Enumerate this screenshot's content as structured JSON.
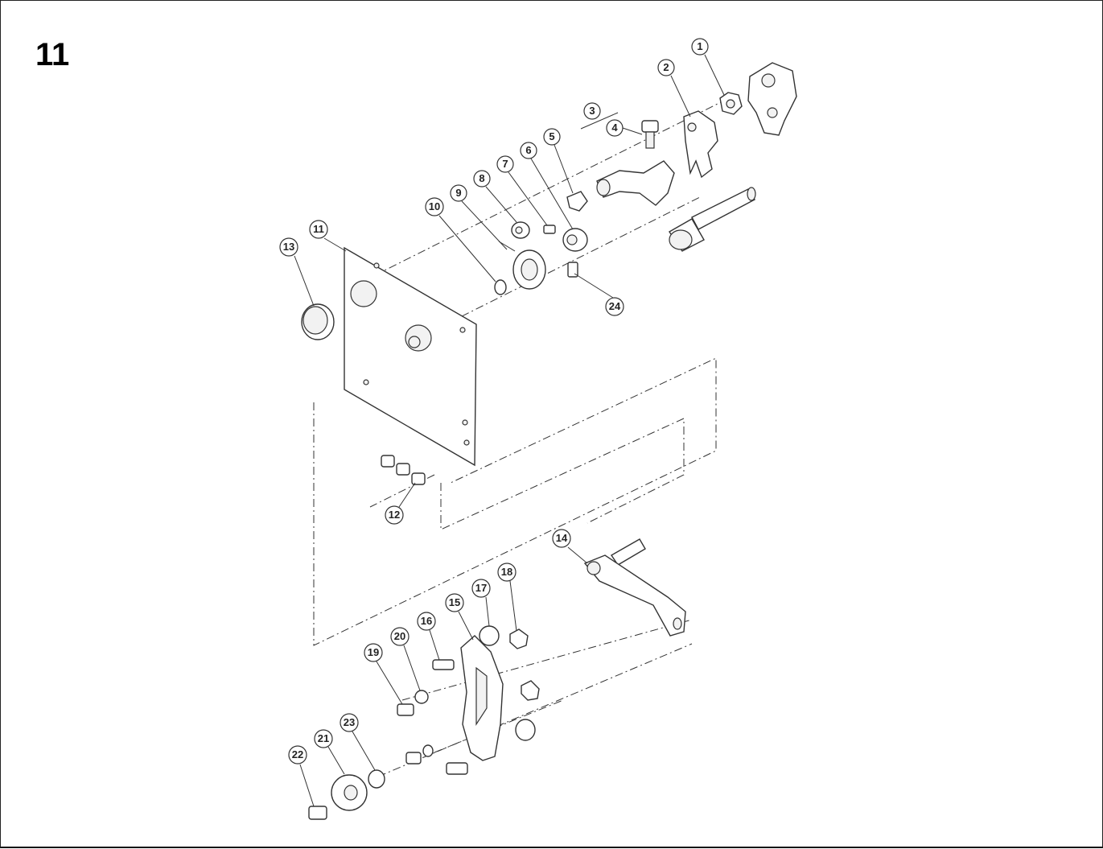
{
  "page": {
    "number": "11"
  },
  "callouts": [
    {
      "id": "c1",
      "label": "1"
    },
    {
      "id": "c2",
      "label": "2"
    },
    {
      "id": "c3",
      "label": "3"
    },
    {
      "id": "c4",
      "label": "4"
    },
    {
      "id": "c5",
      "label": "5"
    },
    {
      "id": "c6",
      "label": "6"
    },
    {
      "id": "c7",
      "label": "7"
    },
    {
      "id": "c8",
      "label": "8"
    },
    {
      "id": "c9",
      "label": "9"
    },
    {
      "id": "c10",
      "label": "10"
    },
    {
      "id": "c11",
      "label": "11"
    },
    {
      "id": "c12",
      "label": "12"
    },
    {
      "id": "c13",
      "label": "13"
    },
    {
      "id": "c14",
      "label": "14"
    },
    {
      "id": "c15",
      "label": "15"
    },
    {
      "id": "c16",
      "label": "16"
    },
    {
      "id": "c17",
      "label": "17"
    },
    {
      "id": "c18",
      "label": "18"
    },
    {
      "id": "c19",
      "label": "19"
    },
    {
      "id": "c20",
      "label": "20"
    },
    {
      "id": "c21",
      "label": "21"
    },
    {
      "id": "c22",
      "label": "22"
    },
    {
      "id": "c23",
      "label": "23"
    },
    {
      "id": "c24",
      "label": "24"
    }
  ]
}
